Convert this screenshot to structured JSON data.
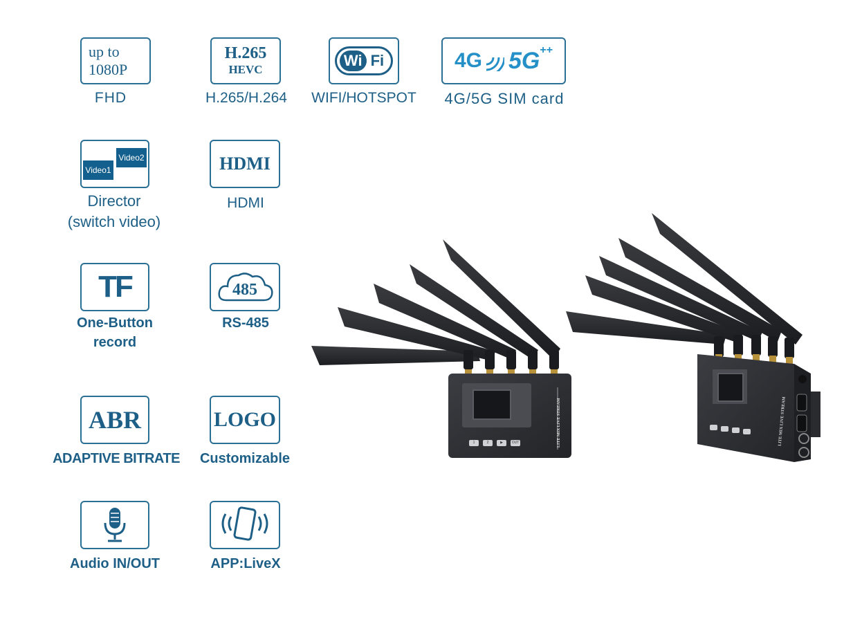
{
  "features": {
    "fhd": {
      "box_line1": "up to",
      "box_line2": "1080P",
      "caption": "FHD",
      "icon": "resolution-badge"
    },
    "hevc": {
      "box_line1": "H.265",
      "box_line2": "HEVC",
      "caption": "H.265/H.264",
      "icon": "codec-badge"
    },
    "wifi": {
      "badge_left": "Wi",
      "badge_right": "Fi",
      "caption": "WIFI/HOTSPOT",
      "icon": "wifi-logo"
    },
    "cellular": {
      "label_4g": "4G",
      "label_5g": "5G",
      "label_plus": "++",
      "caption": "4G/5G SIM card",
      "icon": "cellular-signal"
    },
    "director": {
      "video1": "Video1",
      "video2": "Video2",
      "caption_line1": "Director",
      "caption_line2": "(switch video)",
      "icon": "video-switch"
    },
    "hdmi": {
      "box_text": "HDMI",
      "caption": "HDMI",
      "icon": "hdmi-logo"
    },
    "tf": {
      "box_text": "TF",
      "caption_line1": "One-Button",
      "caption_line2": "record",
      "icon": "tf-card"
    },
    "rs485": {
      "box_text": "485",
      "caption": "RS-485",
      "icon": "cloud"
    },
    "abr": {
      "box_text": "ABR",
      "caption": "ADAPTIVE BITRATE",
      "icon": "abr-badge"
    },
    "logo": {
      "box_text": "LOGO",
      "caption": "Customizable",
      "icon": "logo-badge"
    },
    "audio": {
      "caption": "Audio IN/OUT",
      "icon": "microphone"
    },
    "app": {
      "caption": "APP:LiveX",
      "icon": "smartphone-vibrate"
    }
  },
  "device": {
    "label": "LITE MIX LIVE STREAM",
    "buttons": [
      "1",
      "2",
      "▶",
      "OUT"
    ]
  },
  "colors": {
    "brand_blue": "#1d5f86",
    "border_blue": "#2a6f96",
    "video_blue": "#135f8d",
    "device_black": "#2b2d31"
  }
}
